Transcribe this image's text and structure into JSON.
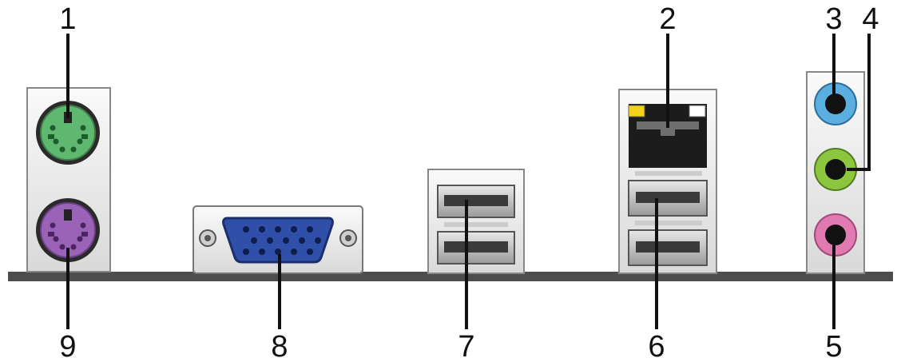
{
  "callouts": {
    "c1": "1",
    "c2": "2",
    "c3": "3",
    "c4": "4",
    "c5": "5",
    "c6": "6",
    "c7": "7",
    "c8": "8",
    "c9": "9"
  },
  "colors": {
    "ps2_mouse": "#5fb86f",
    "ps2_keyboard": "#9b63b8",
    "vga": "#2f4fa8",
    "audio_line_in": "#5aaee0",
    "audio_line_out": "#8cc63f",
    "audio_mic": "#e07ab0",
    "lan_led_activity": "#f2d21a",
    "board_edge": "#4d4d4d"
  },
  "ports": [
    {
      "name": "ps2-mouse-port",
      "icon": "ps2-mouse-icon"
    },
    {
      "name": "lan-rj45-port",
      "icon": "rj45-icon"
    },
    {
      "name": "line-in-jack",
      "icon": "audio-jack-icon"
    },
    {
      "name": "line-out-jack",
      "icon": "audio-jack-icon"
    },
    {
      "name": "microphone-jack",
      "icon": "audio-jack-icon"
    },
    {
      "name": "usb-ports-lan-stack",
      "icon": "usb-icon"
    },
    {
      "name": "usb-ports",
      "icon": "usb-icon"
    },
    {
      "name": "vga-port",
      "icon": "vga-icon"
    },
    {
      "name": "ps2-keyboard-port",
      "icon": "ps2-keyboard-icon"
    }
  ]
}
